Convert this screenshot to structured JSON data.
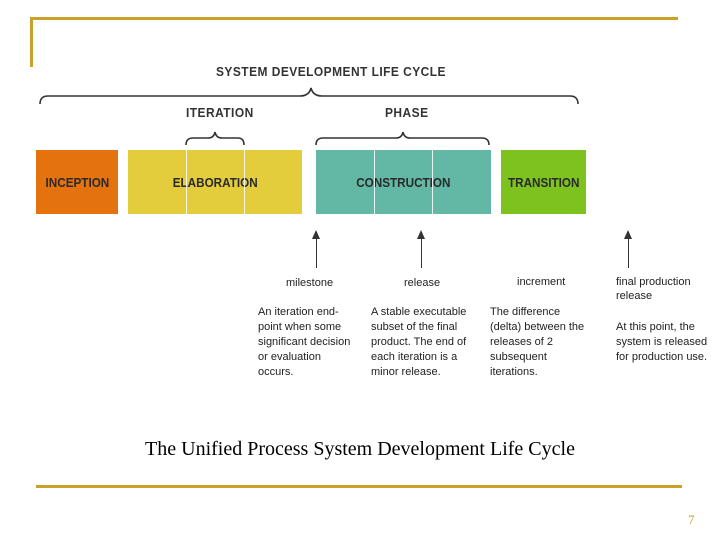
{
  "diagram": {
    "title": "SYSTEM DEVELOPMENT LIFE CYCLE",
    "iteration_label": "ITERATION",
    "phase_label": "PHASE",
    "phases": [
      {
        "label": "INCEPTION",
        "color": "#e4720e"
      },
      {
        "label": "ELABORATION",
        "color": "#e4cd3c"
      },
      {
        "label": "CONSTRUCTION",
        "color": "#62b7a5"
      },
      {
        "label": "TRANSITION",
        "color": "#7ec21f"
      }
    ],
    "markers": [
      {
        "label": "milestone",
        "description": [
          "An iteration end-",
          "point when some",
          "significant decision",
          "or evaluation",
          "occurs."
        ]
      },
      {
        "label": "release",
        "description": [
          "A stable executable",
          "subset of the final",
          "product. The end of",
          "each iteration is a",
          "minor release."
        ]
      },
      {
        "label": "increment",
        "description": [
          "The difference",
          "(delta) between the",
          "releases of 2",
          "subsequent",
          "iterations."
        ]
      },
      {
        "label": "final production release",
        "label_lines": [
          "final production",
          "release"
        ],
        "description": [
          "At this point, the",
          "system is released",
          "for production use."
        ]
      }
    ]
  },
  "caption": "The Unified Process System Development Life Cycle",
  "page_number": "7",
  "colors": {
    "frame": "#c9a227",
    "text": "#333333"
  }
}
